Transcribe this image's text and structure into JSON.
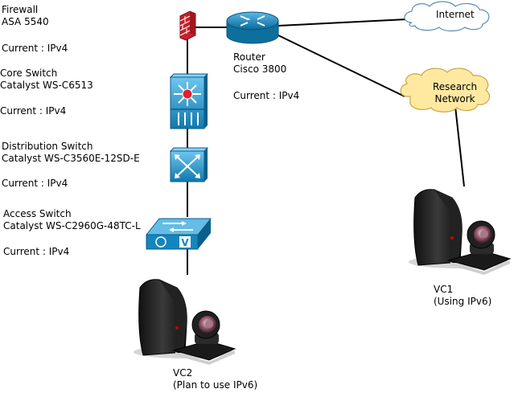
{
  "devices": {
    "firewall": {
      "name": "Firewall",
      "model": "ASA 5540",
      "status": "Current : IPv4",
      "icon": "firewall-icon"
    },
    "router": {
      "name": "Router",
      "model": "Cisco 3800",
      "status": "Current : IPv4",
      "icon": "router-icon"
    },
    "core_switch": {
      "name": "Core Switch",
      "model": "Catalyst WS-C6513",
      "status": "Current : IPv4",
      "icon": "core-switch-icon"
    },
    "distribution_switch": {
      "name": "Distribution Switch",
      "model": "Catalyst WS-C3560E-12SD-E",
      "status": "Current : IPv4",
      "icon": "distribution-switch-icon"
    },
    "access_switch": {
      "name": "Access Switch",
      "model": "Catalyst WS-C2960G-48TC-L",
      "status": "Current : IPv4",
      "icon": "access-switch-icon"
    }
  },
  "clouds": {
    "internet": {
      "label": "Internet",
      "color": "#ffffff"
    },
    "research": {
      "label_line1": "Research",
      "label_line2": "Network",
      "color": "#ffe9a0"
    }
  },
  "endpoints": {
    "vc1": {
      "name": "VC1",
      "note": "(Using IPv6)",
      "icon": "video-conference-unit-icon"
    },
    "vc2": {
      "name": "VC2",
      "note": "(Plan to use IPv6)",
      "icon": "video-conference-unit-icon"
    }
  },
  "colors": {
    "device_blue": "#1a8fc7",
    "firewall_red": "#c8202a",
    "link": "#000000"
  }
}
